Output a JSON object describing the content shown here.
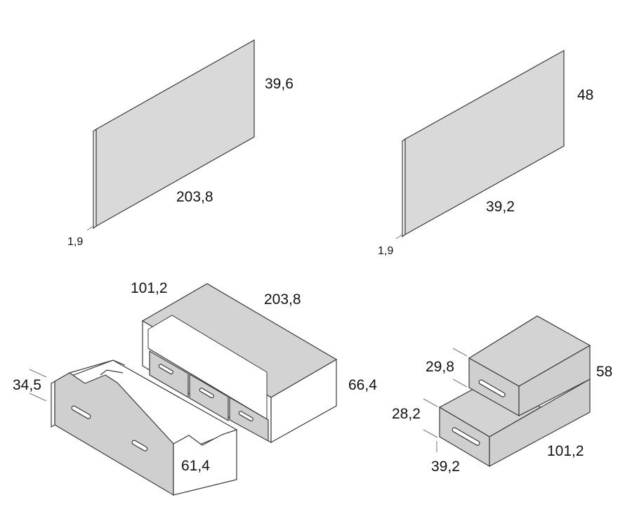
{
  "panel_a": {
    "height": "39,6",
    "length": "203,8",
    "thickness": "1,9"
  },
  "panel_b": {
    "height": "48",
    "length": "39,2",
    "thickness": "1,9"
  },
  "trundle_bed": {
    "depth": "101,2",
    "length": "203,8",
    "height": "66,4",
    "drawer_height": "34,5",
    "drawer_length": "61,4"
  },
  "step_unit": {
    "upper_height": "29,8",
    "total_height": "58",
    "lower_height": "28,2",
    "depth": "39,2",
    "length": "101,2"
  }
}
